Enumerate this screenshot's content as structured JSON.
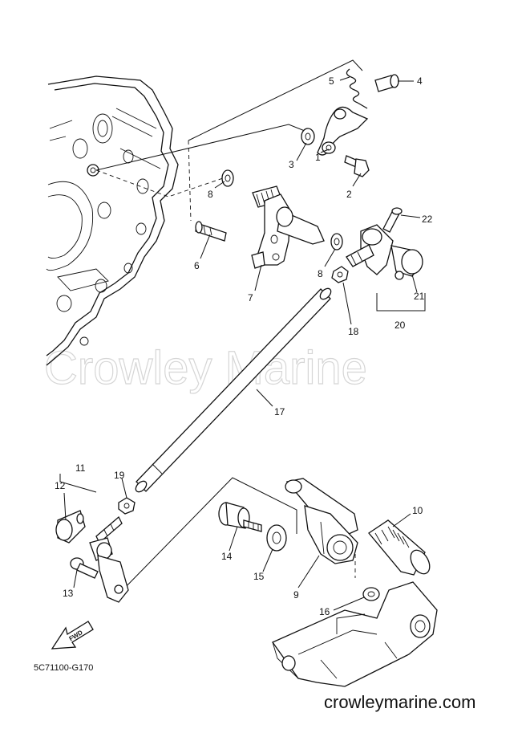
{
  "watermark": "Crowley Marine",
  "website": "crowleymarine.com",
  "diagram_code": "5C71100-G170",
  "direction_label": "FWD",
  "callouts": [
    {
      "id": "c1",
      "label": "1"
    },
    {
      "id": "c2",
      "label": "2"
    },
    {
      "id": "c3",
      "label": "3"
    },
    {
      "id": "c4",
      "label": "4"
    },
    {
      "id": "c5",
      "label": "5"
    },
    {
      "id": "c6",
      "label": "6"
    },
    {
      "id": "c7",
      "label": "7"
    },
    {
      "id": "c8a",
      "label": "8"
    },
    {
      "id": "c8b",
      "label": "8"
    },
    {
      "id": "c9",
      "label": "9"
    },
    {
      "id": "c10",
      "label": "10"
    },
    {
      "id": "c11",
      "label": "11"
    },
    {
      "id": "c12",
      "label": "12"
    },
    {
      "id": "c13",
      "label": "13"
    },
    {
      "id": "c14",
      "label": "14"
    },
    {
      "id": "c15",
      "label": "15"
    },
    {
      "id": "c16",
      "label": "16"
    },
    {
      "id": "c17",
      "label": "17"
    },
    {
      "id": "c18",
      "label": "18"
    },
    {
      "id": "c19",
      "label": "19"
    },
    {
      "id": "c20",
      "label": "20"
    },
    {
      "id": "c21",
      "label": "21"
    },
    {
      "id": "c22",
      "label": "22"
    }
  ]
}
